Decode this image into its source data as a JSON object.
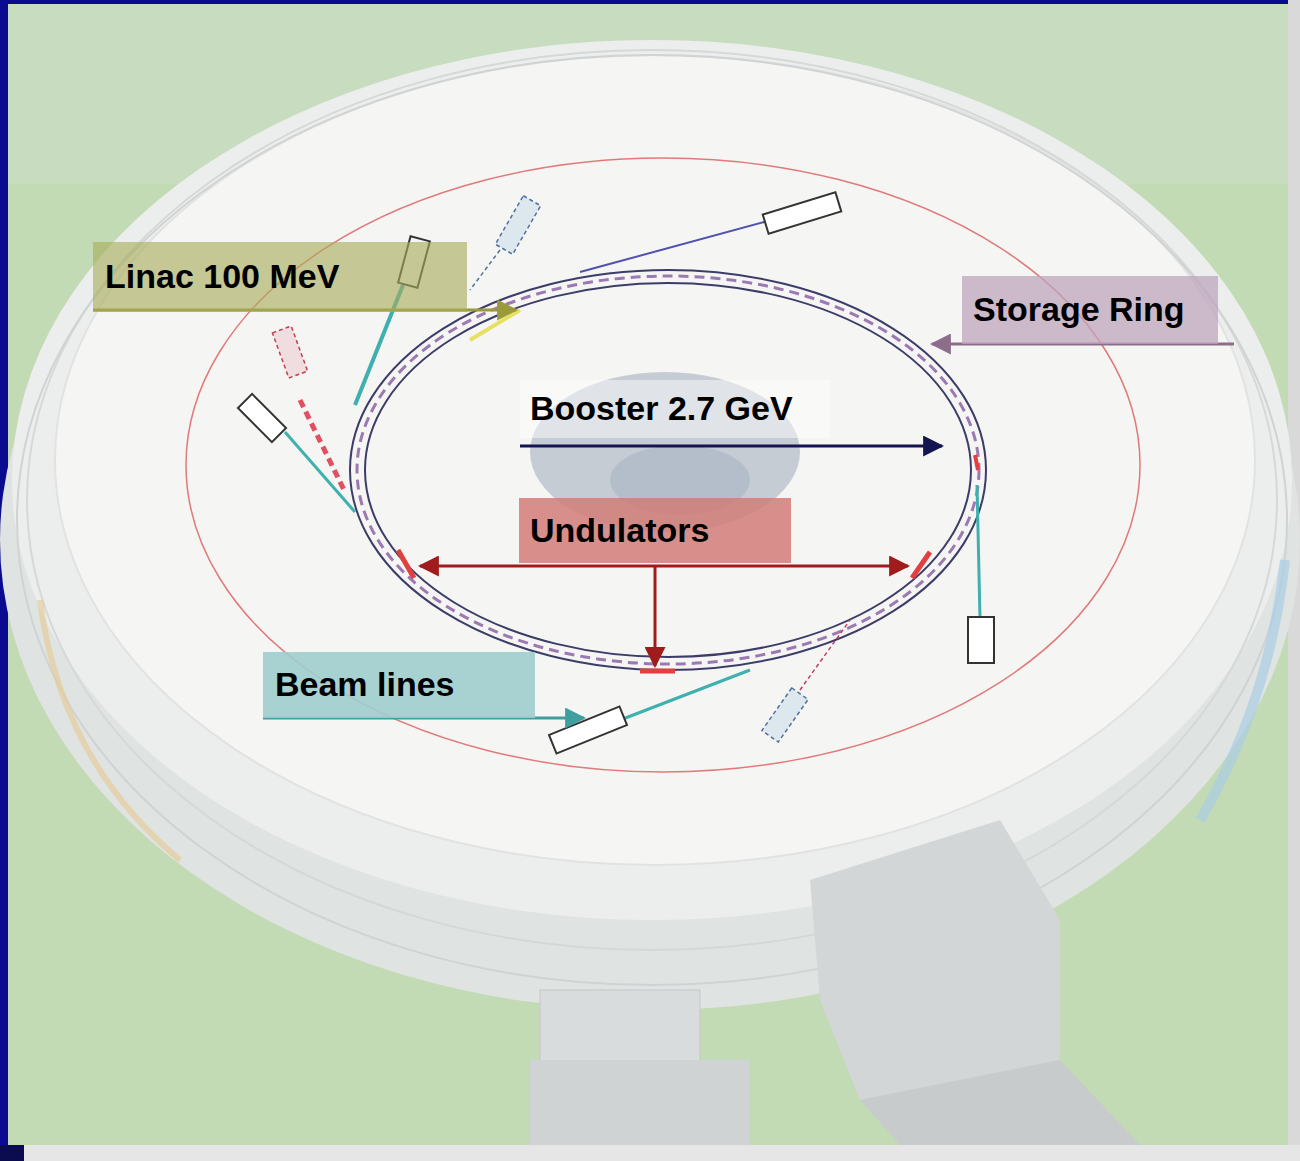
{
  "diagram": {
    "nodes": [
      {
        "text": [
          "Linac 100 MeV"
        ]
      },
      {
        "text": [
          "Storage Ring"
        ]
      },
      {
        "text": [
          "Booster 2.7 GeV"
        ]
      },
      {
        "text": [
          "Undulators"
        ]
      },
      {
        "text": [
          "Beam lines"
        ]
      }
    ]
  }
}
